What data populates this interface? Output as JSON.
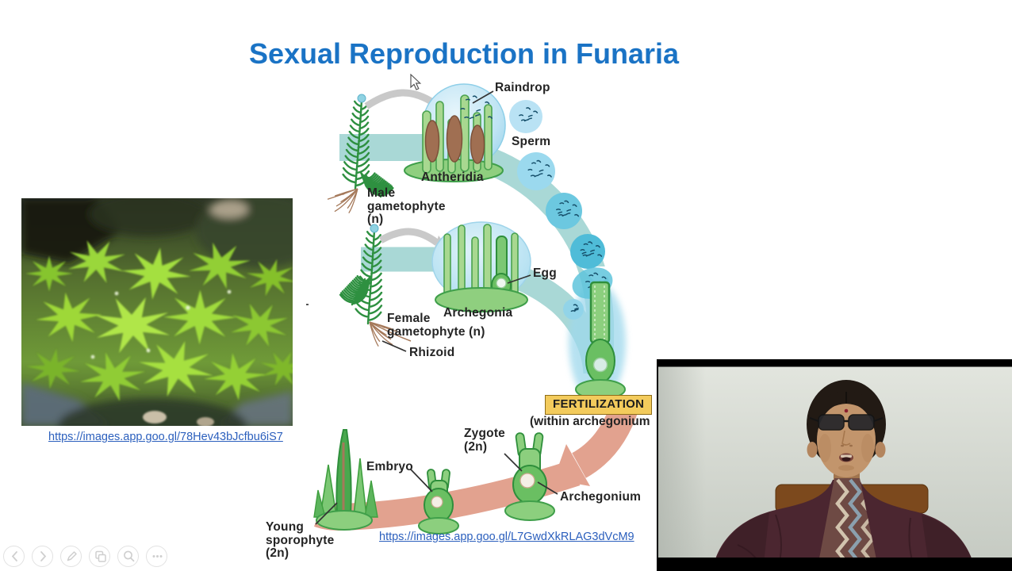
{
  "slide": {
    "title": "Sexual Reproduction in Funaria",
    "photo_caption_url": "https://images.app.goo.gl/78Hev43bJcfbu6iS7",
    "diagram_caption_url": "https://images.app.goo.gl/L7GwdXkRLAG3dVcM9",
    "diagram_labels": {
      "raindrop": "Raindrop",
      "sperm": "Sperm",
      "antheridia": "Antheridia",
      "male_gametophyte": "Male\ngametophyte\n(n)",
      "egg": "Egg",
      "archegonia": "Archegonia",
      "female_gametophyte": "Female\ngametophyte (n)",
      "rhizoid": "Rhizoid",
      "fertilization": "FERTILIZATION",
      "fertilization_note": "(within archegonium",
      "zygote": "Zygote\n(2n)",
      "archegonium": "Archegonium",
      "embryo": "Embryo",
      "young_sporophyte": "Young\nsporophyte\n(2n)"
    }
  },
  "player_controls": {
    "buttons": [
      {
        "name": "previous-slide",
        "icon": "chevron-left-icon"
      },
      {
        "name": "next-slide",
        "icon": "chevron-right-icon"
      },
      {
        "name": "pen-tool",
        "icon": "pen-icon"
      },
      {
        "name": "see-all-slides",
        "icon": "slides-grid-icon"
      },
      {
        "name": "zoom-slide",
        "icon": "magnifier-icon"
      },
      {
        "name": "more-options",
        "icon": "ellipsis-icon"
      }
    ]
  },
  "colors": {
    "title_blue": "#1a73c5",
    "link_blue": "#2b5fbd",
    "band_teal": "#a9d8d6",
    "raindrop_blue": "#b5e0f2",
    "droplet_teal_dark": "#4fbcd8",
    "plant_green": "#2e9040",
    "cell_green_light": "#a8d890",
    "antheridium_brown": "#a06f52",
    "fertilization_yellow": "#f3cb5c",
    "arrow_salmon": "#e2a28f",
    "label_dark": "#242424",
    "webcam_wall_gray": "#d3d8d0",
    "dress_maroon": "#4b2630"
  }
}
